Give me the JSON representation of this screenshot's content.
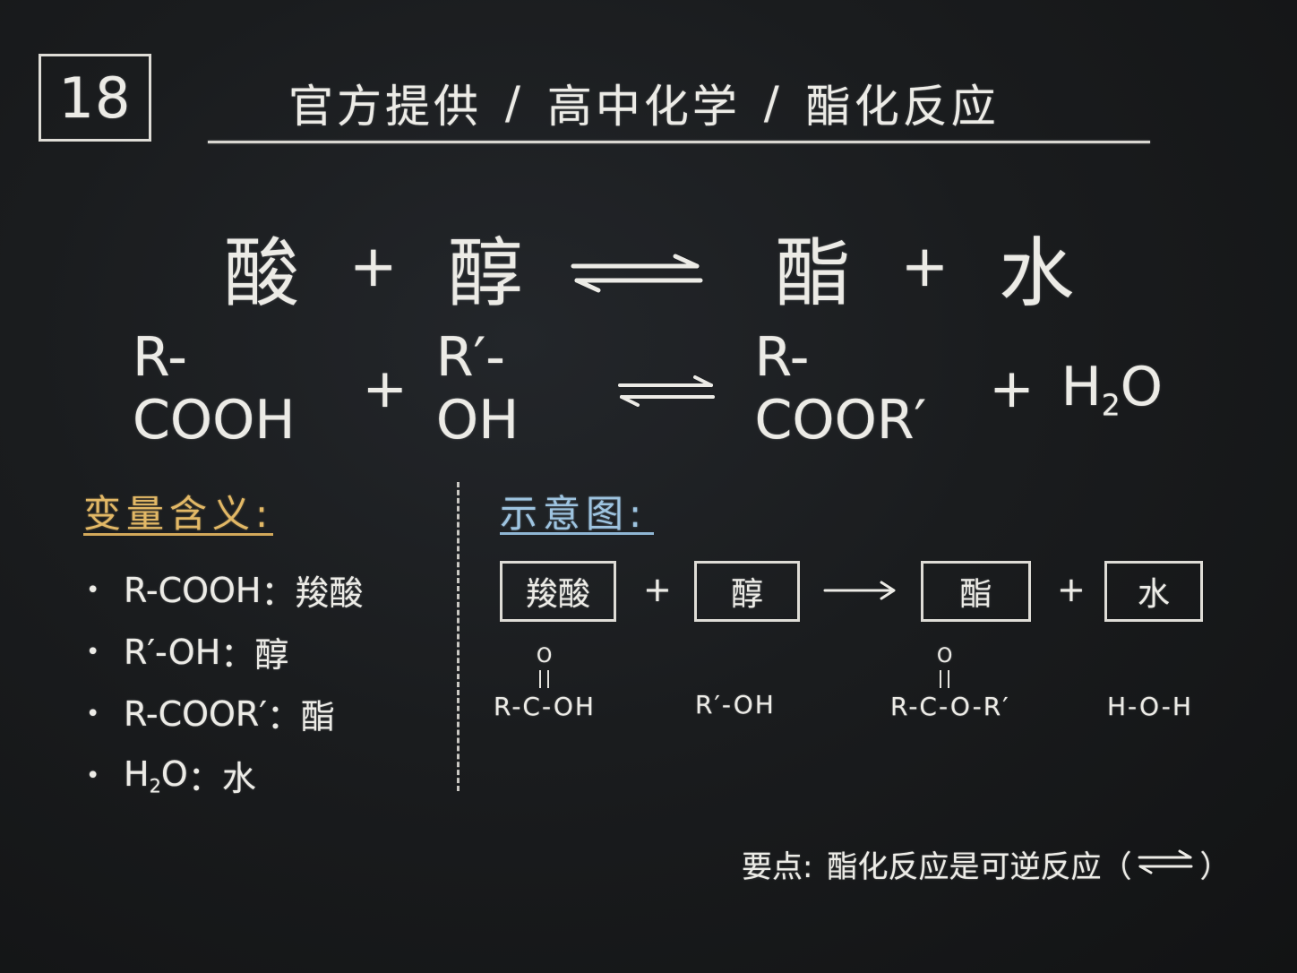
{
  "header": {
    "number": "18",
    "breadcrumb": [
      "官方提供",
      "高中化学",
      "酯化反应"
    ],
    "separator": "/"
  },
  "word_equation": {
    "reactant1": "酸",
    "plus1": "+",
    "reactant2": "醇",
    "product1": "酯",
    "plus2": "+",
    "product2": "水"
  },
  "formula_equation": {
    "reactant1": "R-COOH",
    "plus1": "+",
    "reactant2": "R′-OH",
    "product1": "R-COOR′",
    "plus2": "+",
    "product2_h": "H",
    "product2_sub": "2",
    "product2_o": "O"
  },
  "variables": {
    "title": "变量含义:",
    "items": [
      {
        "term": "R-COOH",
        "colon": "：",
        "meaning": "羧酸"
      },
      {
        "term": "R′-OH",
        "colon": "：",
        "meaning": "醇"
      },
      {
        "term": "R-COOR′",
        "colon": "：",
        "meaning": "酯"
      },
      {
        "term_h": "H",
        "term_sub": "2",
        "term_o": "O",
        "colon": "：",
        "meaning": "水"
      }
    ],
    "bullet": "•"
  },
  "diagram": {
    "title": "示意图:",
    "boxes": [
      "羧酸",
      "醇",
      "酯",
      "水"
    ],
    "plus": "+",
    "structures": {
      "acid_o": "O",
      "acid": "R-C-OH",
      "alcohol": "R′-OH",
      "ester_o": "O",
      "ester": "R-C-O-R′",
      "water": "H-O-H"
    }
  },
  "note": {
    "label": "要点:",
    "text": "酯化反应是可逆反应（",
    "close": "）"
  },
  "colors": {
    "board": "#1a1c1e",
    "chalk_white": "#ecebe6",
    "chalk_yellow": "#e2b866",
    "chalk_blue": "#9ec4e0"
  }
}
